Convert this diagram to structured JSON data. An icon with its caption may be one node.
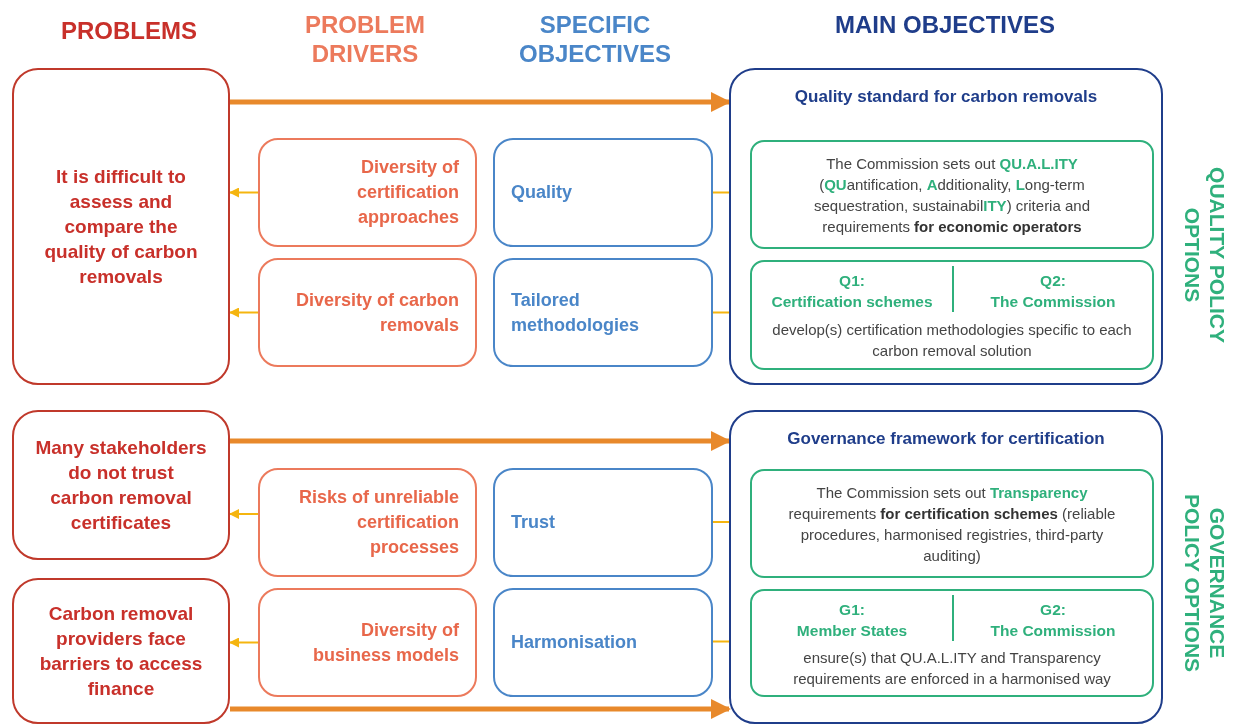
{
  "diagram": {
    "nodes": [
      {
        "text": [
          "It is difficult to assess and compare the quality of carbon removals"
        ]
      },
      {
        "text": [
          "Diversity of certification approaches"
        ]
      },
      {
        "text": [
          "Diversity of carbon removals"
        ]
      },
      {
        "text": [
          "Quality"
        ]
      },
      {
        "text": [
          "Tailored methodologies"
        ]
      },
      {
        "text": [
          "Quality standard for carbon removals"
        ]
      },
      {
        "text": [
          "The Commission sets out **QU.A.L.ITY** (**QU**antification, **A**dditionality, **L**ong-term sequestration, sustainabil**ITY**) criteria and requirements *for economic operators*"
        ],
        "in": 5
      },
      {
        "text": [
          "Q1:",
          "Certification schemes",
          "Q2:",
          "The Commission",
          "develop(s) certification methodologies specific to each carbon removal solution"
        ],
        "in": 5
      },
      {
        "text": [
          "Many stakeholders do not trust carbon removal certificates"
        ]
      },
      {
        "text": [
          "Carbon removal providers face barriers to access finance"
        ]
      },
      {
        "text": [
          "Risks of unreliable certification processes"
        ]
      },
      {
        "text": [
          "Diversity of business models"
        ]
      },
      {
        "text": [
          "Trust"
        ]
      },
      {
        "text": [
          "Harmonisation"
        ]
      },
      {
        "text": [
          "Governance framework for certification"
        ]
      },
      {
        "text": [
          "The Commission sets out **Transparency** requirements *for certification schemes* (reliable procedures, harmonised registries, third-party auditing)"
        ],
        "in": 14
      },
      {
        "text": [
          "G1:",
          "Member States",
          "G2:",
          "The Commission",
          "ensure(s) that QU.A.L.ITY and Transparency requirements are enforced in a harmonised way"
        ],
        "in": 14
      }
    ],
    "edges": [
      {
        "from": 0,
        "to": 5,
        "arrow": "to",
        "style": "thick",
        "color": "#e8892b"
      },
      {
        "from": 1,
        "to": 0,
        "arrow": "to"
      },
      {
        "from": 2,
        "to": 0,
        "arrow": "to"
      },
      {
        "from": 3,
        "to": 6,
        "arrow": "to"
      },
      {
        "from": 4,
        "to": 7,
        "arrow": "to"
      },
      {
        "from": 8,
        "to": 14,
        "arrow": "to",
        "style": "thick",
        "color": "#e8892b"
      },
      {
        "from": 10,
        "to": 8,
        "arrow": "to"
      },
      {
        "from": 11,
        "to": 9,
        "arrow": "to"
      },
      {
        "from": 12,
        "to": 15,
        "arrow": "to"
      },
      {
        "from": 13,
        "to": 16,
        "arrow": "to"
      },
      {
        "from": 9,
        "to": 14,
        "arrow": "to",
        "style": "thick",
        "color": "#e8892b"
      }
    ],
    "labels": [
      "PROBLEMS",
      "PROBLEM DRIVERS",
      "SPECIFIC OBJECTIVES",
      "MAIN OBJECTIVES",
      "QUALITY POLICY OPTIONS",
      "GOVERNANCE POLICY OPTIONS"
    ]
  }
}
